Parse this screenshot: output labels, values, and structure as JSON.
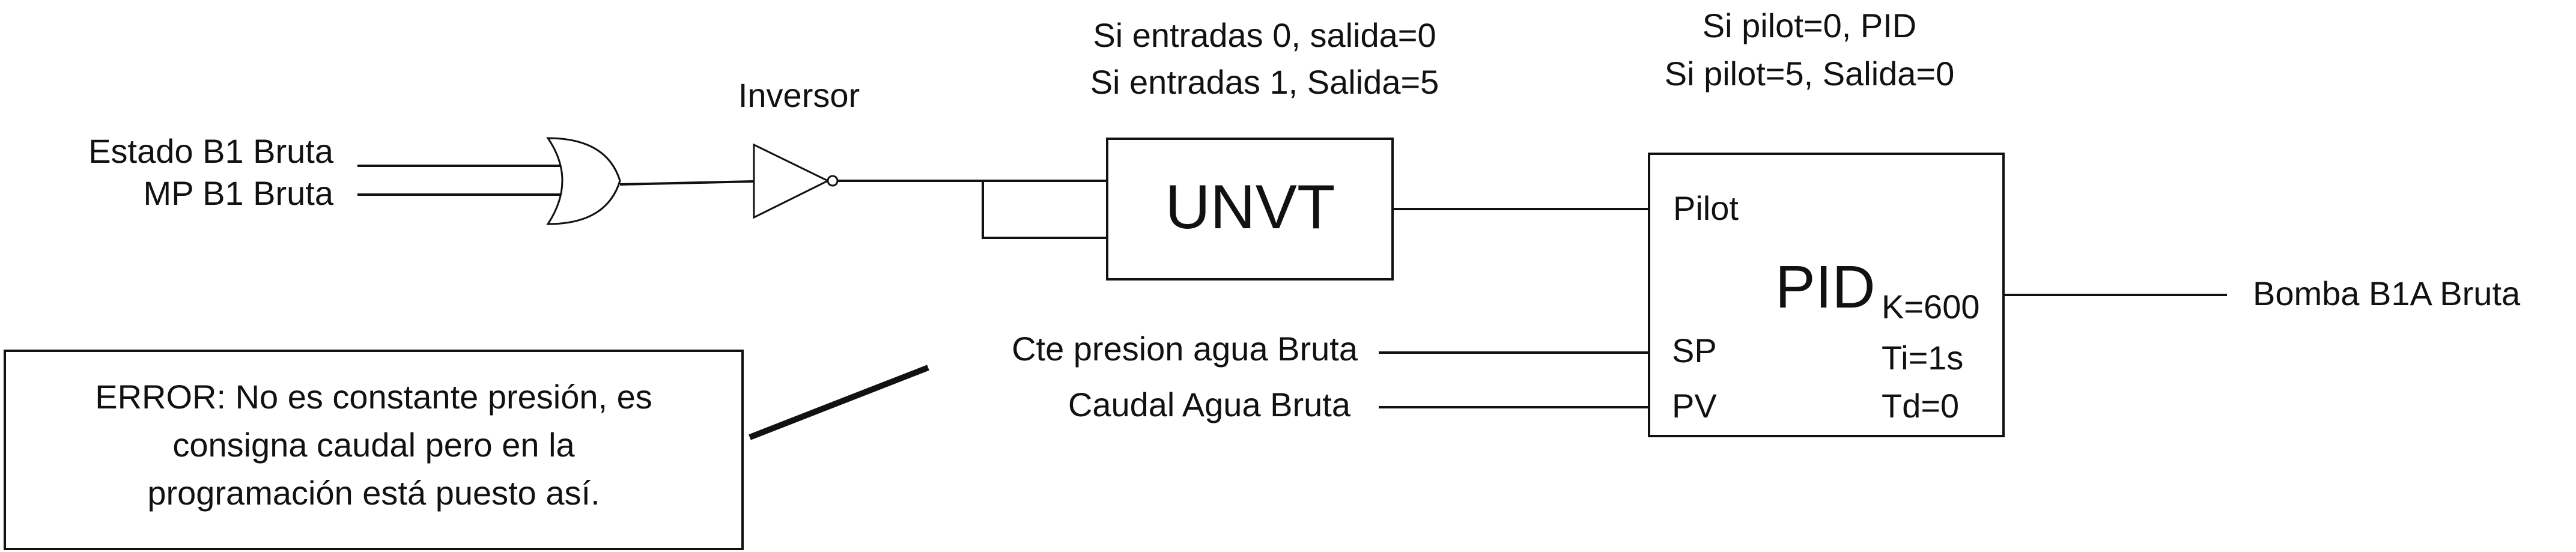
{
  "inputs": {
    "estado": "Estado B1 Bruta",
    "mp": "MP B1 Bruta"
  },
  "inverter": {
    "label": "Inversor"
  },
  "unvt": {
    "label": "UNVT",
    "note_line1": "Si entradas 0, salida=0",
    "note_line2": "Si entradas 1, Salida=5"
  },
  "pid": {
    "title": "PID",
    "pilot_port": "Pilot",
    "sp_port": "SP",
    "pv_port": "PV",
    "k": "K=600",
    "ti": "Ti=1s",
    "td": "Td=0",
    "note_line1": "Si pilot=0, PID",
    "note_line2": "Si pilot=5, Salida=0"
  },
  "signals": {
    "setpoint": "Cte presion agua Bruta",
    "process_value": "Caudal Agua Bruta",
    "output": "Bomba B1A Bruta"
  },
  "error_note": {
    "line1": "ERROR: No es constante presión, es",
    "line2": "consigna caudal pero en la",
    "line3": "programación está puesto así."
  }
}
